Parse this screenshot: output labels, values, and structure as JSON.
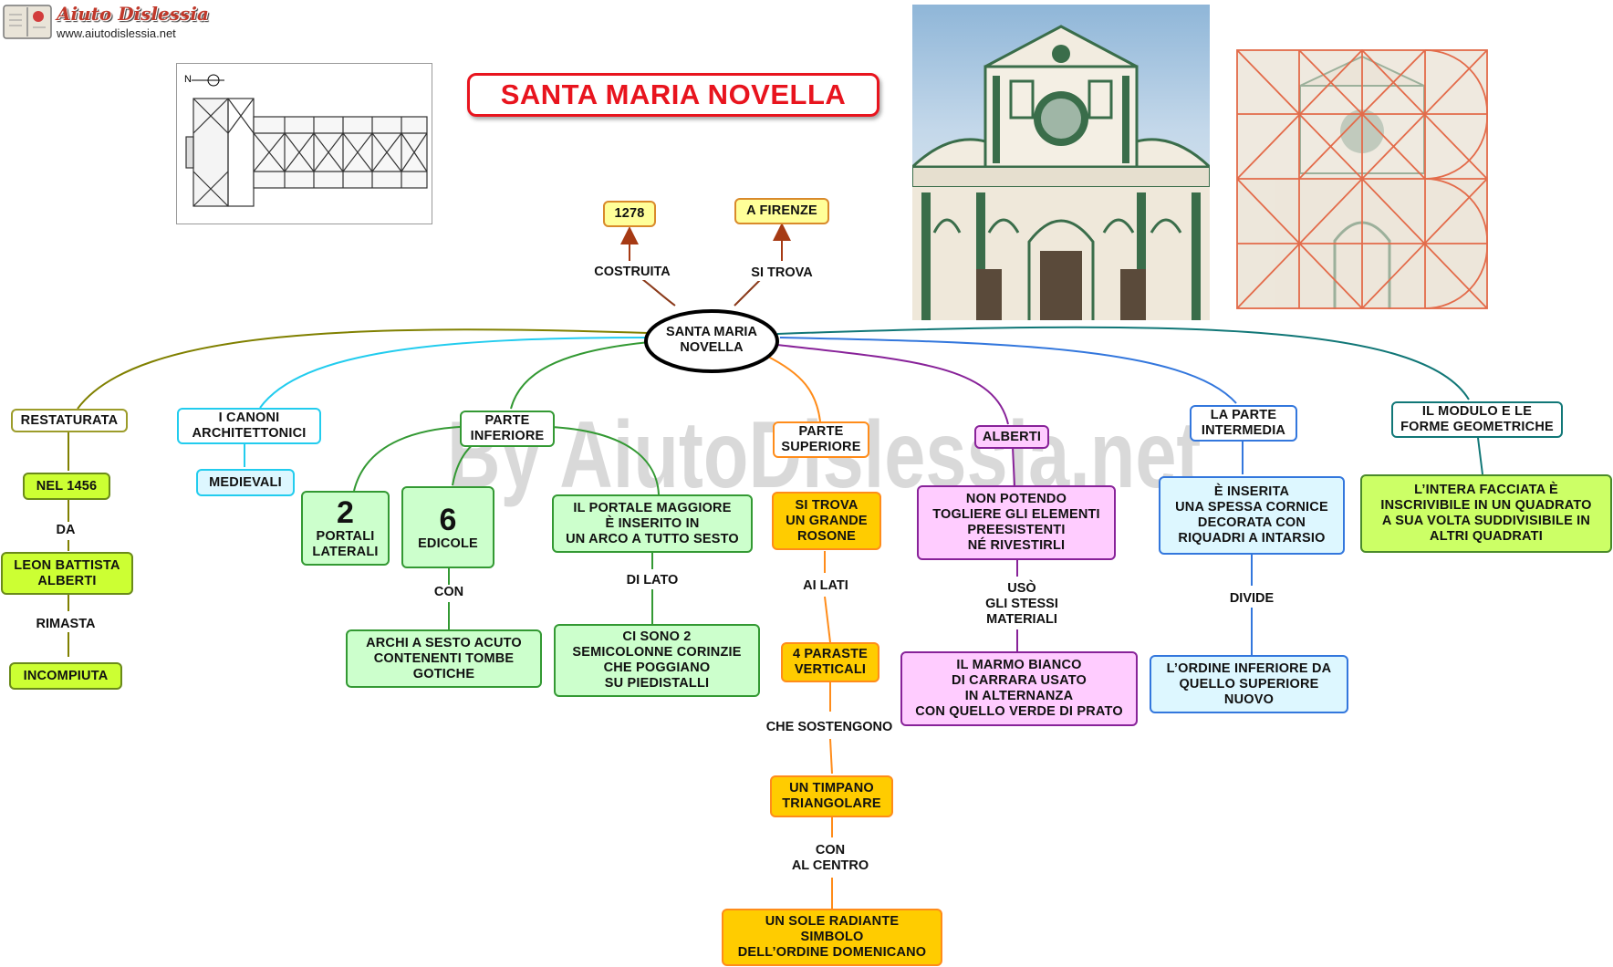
{
  "brand": {
    "name": "Aiuto Dislessia",
    "url": "www.aiutodislessia.net"
  },
  "watermark": "By AiutoDislessia.net",
  "title": "SANTA MARIA NOVELLA",
  "plan": {
    "north_label": "N"
  },
  "colors": {
    "title_red": "#e8141e",
    "yellow": "#ffff99",
    "olive_branch": "#808000",
    "lime_node": "#ccff33",
    "cyan_branch": "#22ccee",
    "light_cyan": "#ddf7ff",
    "green_branch": "#339933",
    "light_green": "#ccffcc",
    "orange_branch": "#ff8c1a",
    "orange_node": "#ffcc00",
    "purple_branch": "#882299",
    "pink_node": "#ffccff",
    "blue_branch": "#3377dd",
    "teal_branch": "#117777",
    "marble_green": "#3a6d4a"
  },
  "center": "SANTA MARIA\nNOVELLA",
  "top": {
    "costruita": {
      "label": "COSTRUITA",
      "value": "1278"
    },
    "si_trova": {
      "label": "SI TROVA",
      "value": "A FIRENZE"
    }
  },
  "restaurata": {
    "head": "RESTATURATA",
    "year": "NEL 1456",
    "da": "DA",
    "author": "LEON BATTISTA\nALBERTI",
    "rimasta": "RIMASTA",
    "state": "INCOMPIUTA"
  },
  "canoni": {
    "head": "I CANONI\nARCHITETTONICI",
    "value": "MEDIEVALI"
  },
  "inferiore": {
    "head": "PARTE\nINFERIORE",
    "portali": {
      "number": "2",
      "text": "PORTALI\nLATERALI"
    },
    "edicole": {
      "number": "6",
      "text": "EDICOLE"
    },
    "con": "CON",
    "archi": "ARCHI  A  SESTO  ACUTO\nCONTENENTI  TOMBE\nGOTICHE",
    "portale": "IL PORTALE MAGGIORE\nÈ INSERITO IN\nUN ARCO A TUTTO SESTO",
    "di_lato": "DI LATO",
    "semicolonne": "CI SONO 2\nSEMICOLONNE CORINZIE\nCHE POGGIANO\nSU PIEDISTALLI"
  },
  "superiore": {
    "head": "PARTE\nSUPERIORE",
    "rosone": "SI TROVA\nUN  GRANDE\nROSONE",
    "ai_lati": "AI LATI",
    "paraste": "4 PARASTE\nVERTICALI",
    "sostengono": "CHE SOSTENGONO",
    "timpano": "UN TIMPANO\nTRIANGOLARE",
    "con_centro": "CON\nAL CENTRO",
    "sole": "UN SOLE RADIANTE\nSIMBOLO\nDELL’ORDINE DOMENICANO"
  },
  "alberti": {
    "head": "ALBERTI",
    "potendo": "NON POTENDO\nTOGLIERE GLI ELEMENTI\nPREESISTENTI\nNÉ RIVESTIRLI",
    "uso": "USÒ\nGLI STESSI\nMATERIALI",
    "marmo": "IL MARMO BIANCO\nDI  CARRARA  USATO\nIN  ALTERNANZA\nCON QUELLO VERDE DI PRATO"
  },
  "intermedia": {
    "head": "LA PARTE\nINTERMEDIA",
    "cornice": "È INSERITA\nUNA SPESSA CORNICE\nDECORATA CON\nRIQUADRI A INTARSIO",
    "divide": "DIVIDE",
    "ordine": "L’ORDINE INFERIORE DA\nQUELLO SUPERIORE\nNUOVO"
  },
  "modulo": {
    "head": "IL MODULO E LE\nFORME GEOMETRICHE",
    "facciata": "L’INTERA FACCIATA È\nINSCRIVIBILE IN UN QUADRATO\nA SUA VOLTA SUDDIVISIBILE IN\nALTRI QUADRATI"
  }
}
